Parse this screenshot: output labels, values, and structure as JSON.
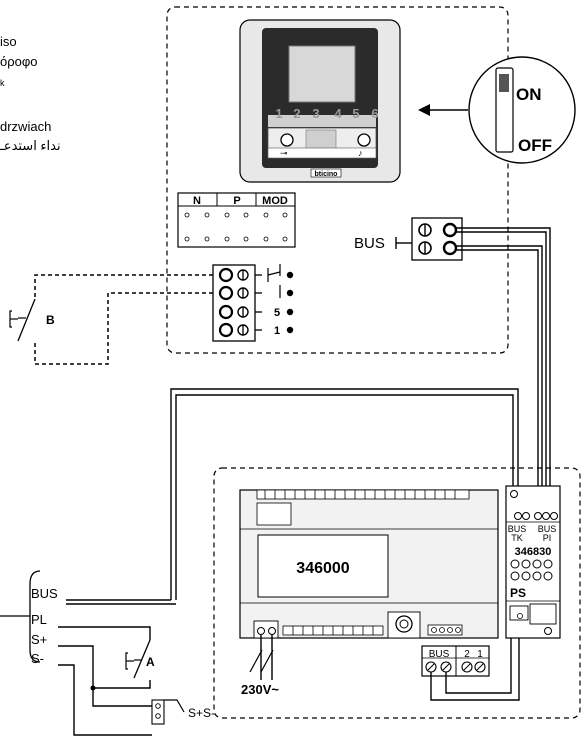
{
  "left_notes": {
    "line1": "iso",
    "line2": "όροφο",
    "line3": "k",
    "line4": "drzwiach",
    "line5": "نداء استدعـ"
  },
  "switch": {
    "on_label": "ON",
    "off_label": "OFF"
  },
  "monitor": {
    "brand": "bticino",
    "keys": [
      "1",
      "2",
      "3",
      "4",
      "5",
      "6"
    ]
  },
  "terminal_block": {
    "headers": [
      "N",
      "P",
      "MOD"
    ]
  },
  "bus_connector": {
    "label": "BUS"
  },
  "side_contacts": {
    "labels": [
      "5",
      "1"
    ]
  },
  "button_b": {
    "label": "B"
  },
  "central_unit": {
    "model": "346000",
    "power_label": "230V~"
  },
  "power_supply": {
    "bus_tk_line1": "BUS",
    "bus_tk_line2": "TK",
    "bus_pi_line1": "BUS",
    "bus_pi_line2": "PI",
    "model": "346830",
    "ps_label": "PS"
  },
  "bottom_terminals": {
    "labels": [
      "BUS",
      "2",
      "1"
    ]
  },
  "external_wires": {
    "labels": [
      "BUS",
      "PL",
      "S+",
      "S-"
    ]
  },
  "button_a": {
    "label": "A"
  },
  "sensor": {
    "label": "S+S-"
  }
}
